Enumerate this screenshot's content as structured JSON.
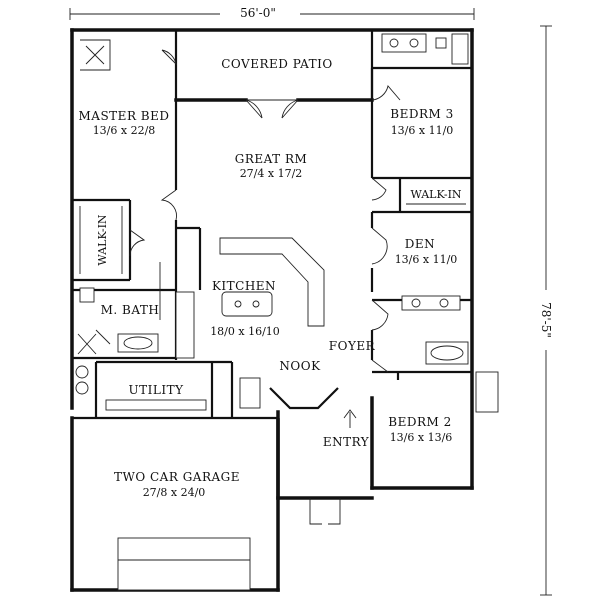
{
  "dimensions": {
    "width": "56'-0\"",
    "depth": "78'-5\""
  },
  "rooms": {
    "covered_patio": {
      "name": "COVERED PATIO",
      "size": ""
    },
    "master_bed": {
      "name": "MASTER BED",
      "size": "13/6 x 22/8"
    },
    "great_rm": {
      "name": "GREAT RM",
      "size": "27/4 x 17/2"
    },
    "bedrm3": {
      "name": "BEDRM 3",
      "size": "13/6 x 11/0"
    },
    "walkin_master": {
      "name": "WALK-IN"
    },
    "walkin_bed3": {
      "name": "WALK-IN"
    },
    "den": {
      "name": "DEN",
      "size": "13/6 x 11/0"
    },
    "kitchen": {
      "name": "KITCHEN",
      "size": "18/0 x 16/10"
    },
    "m_bath": {
      "name": "M. BATH"
    },
    "foyer": {
      "name": "FOYER"
    },
    "nook": {
      "name": "NOOK"
    },
    "utility": {
      "name": "UTILITY"
    },
    "entry": {
      "name": "ENTRY"
    },
    "bedrm2": {
      "name": "BEDRM 2",
      "size": "13/6 x 13/6"
    },
    "garage": {
      "name": "TWO CAR GARAGE",
      "size": "27/8 x 24/0"
    }
  }
}
